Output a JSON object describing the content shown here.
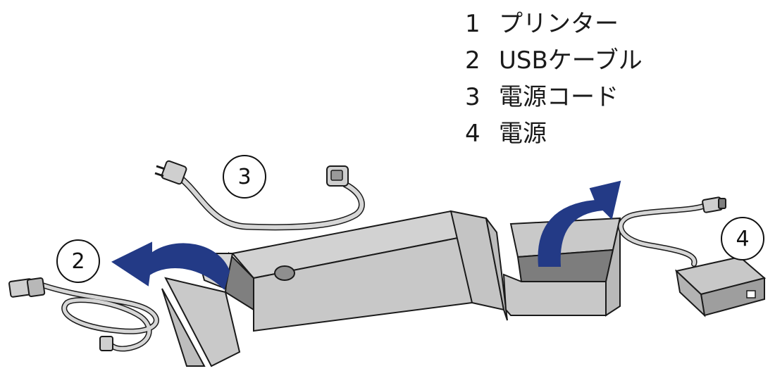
{
  "legend": [
    {
      "num": "1",
      "label": "プリンター"
    },
    {
      "num": "2",
      "label": "USBケーブル"
    },
    {
      "num": "3",
      "label": "電源コード"
    },
    {
      "num": "4",
      "label": "電源"
    }
  ],
  "callouts": {
    "usb_cable": "2",
    "power_cord": "3",
    "power_supply": "4"
  },
  "colors": {
    "arrow": "#233a86",
    "box_fill": "#cfcfcf",
    "box_dark": "#7f7f7f",
    "cable": "#d6d6d6",
    "outline": "#1a1a1a"
  }
}
